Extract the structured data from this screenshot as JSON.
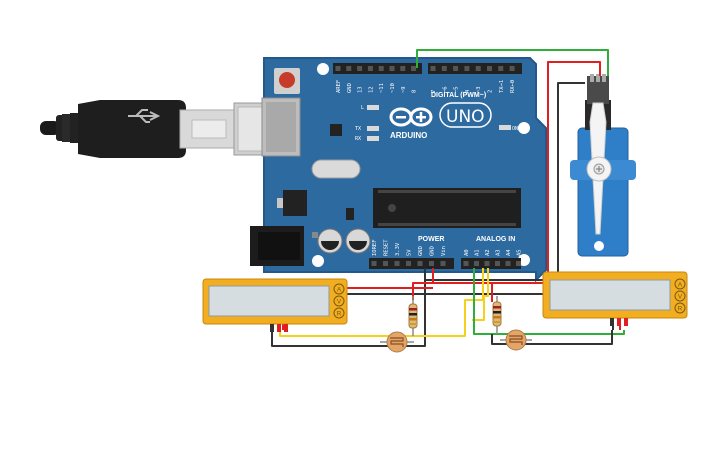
{
  "board": {
    "brand": "ARDUINO",
    "model": "UNO",
    "digital_header_label": "DIGITAL (PWM~)",
    "power_header_label": "POWER",
    "analog_header_label": "ANALOG IN",
    "on_label": "ON",
    "led_l_label": "L",
    "led_tx_label": "TX",
    "led_rx_label": "RX",
    "digital_pins": [
      "AREF",
      "GND",
      "13",
      "12",
      "~11",
      "~10",
      "~9",
      "8",
      "7",
      "~6",
      "~5",
      "4",
      "~3",
      "2",
      "TX→1",
      "RX←0"
    ],
    "power_pins": [
      "IOREF",
      "RESET",
      "3.3V",
      "5V",
      "GND",
      "GND",
      "Vin"
    ],
    "analog_pins": [
      "A0",
      "A1",
      "A2",
      "A3",
      "A4",
      "A5"
    ]
  },
  "sensor_left": {
    "pins": [
      "A",
      "V",
      "R"
    ]
  },
  "sensor_right": {
    "pins": [
      "A",
      "V",
      "R"
    ]
  },
  "colors": {
    "board": "#2d6aa0",
    "wire_red": "#e02020",
    "wire_black": "#333333",
    "wire_green": "#2fae3a",
    "wire_yellow": "#f2d21a",
    "sensor_frame": "#f2ae20",
    "servo": "#2f7fc8"
  }
}
